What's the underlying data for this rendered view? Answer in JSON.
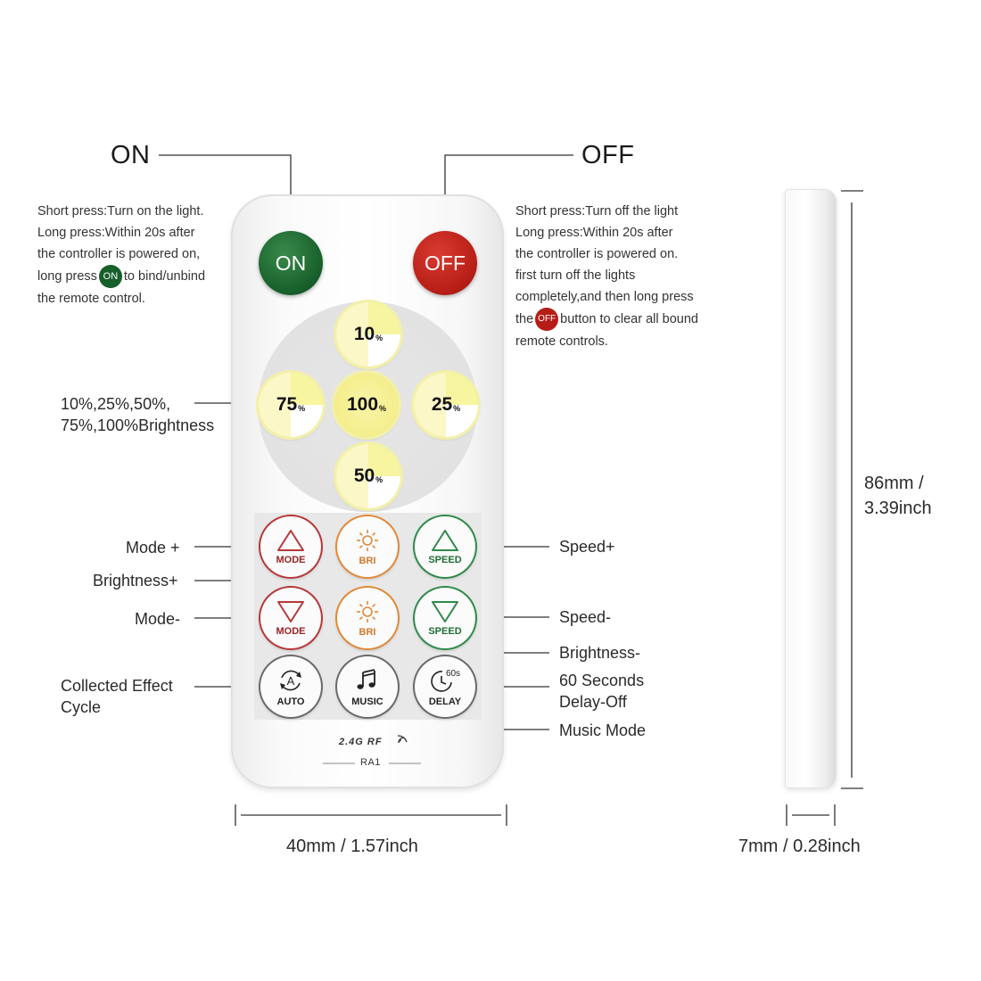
{
  "labels": {
    "on_title": "ON",
    "off_title": "OFF",
    "on_note": [
      "Short press:Turn on the light.",
      "Long press:Within 20s after",
      "the controller is powered on,",
      "long press",
      "to bind/unbind",
      "the remote control."
    ],
    "off_note": [
      "Short press:Turn off the light",
      "Long press:Within 20s after",
      "the controller is powered on.",
      "first turn off the lights",
      "completely,and then long press",
      "the",
      "button to clear all bound",
      "remote controls."
    ],
    "brightness_1": "10%,25%,50%,",
    "brightness_2": "75%,100%Brightness",
    "mode_plus": "Mode +",
    "brightness_plus": "Brightness+",
    "mode_minus": "Mode-",
    "collected_1": "Collected Effect",
    "collected_2": "Cycle",
    "speed_plus": "Speed+",
    "speed_minus": "Speed-",
    "brightness_minus": "Brightness-",
    "delay_1": "60 Seconds",
    "delay_2": "Delay-Off",
    "music_mode": "Music Mode"
  },
  "remote": {
    "on": "ON",
    "off": "OFF",
    "brightness": [
      {
        "value": "10",
        "unit": "%"
      },
      {
        "value": "75",
        "unit": "%"
      },
      {
        "value": "100",
        "unit": "%"
      },
      {
        "value": "25",
        "unit": "%"
      },
      {
        "value": "50",
        "unit": "%"
      }
    ],
    "mode": "MODE",
    "bri": "BRI",
    "speed": "SPEED",
    "auto": "AUTO",
    "auto_glyph": "A",
    "music": "MUSIC",
    "delay": "DELAY",
    "delay_glyph": "60s",
    "rf": "2.4G RF",
    "model": "RA1"
  },
  "dimensions": {
    "width": "40mm / 1.57inch",
    "height_1": "86mm /",
    "height_2": "3.39inch",
    "depth": "7mm / 0.28inch"
  },
  "colors": {
    "on_green": "#165e2a",
    "off_red": "#b51d16",
    "mode_red": "#b7383a",
    "bri_orange": "#e08a3a",
    "speed_green": "#2f8a4a"
  }
}
